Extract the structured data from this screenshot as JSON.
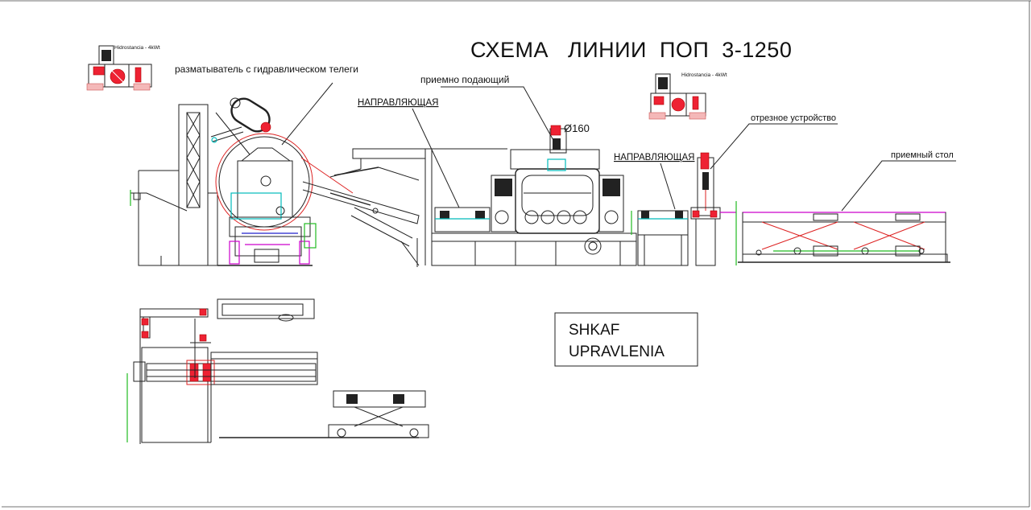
{
  "title": "СХЕМА   ЛИНИИ  ПОП  3-1250",
  "labels": {
    "decoiler": "разматыватель с гидравлическом телеги",
    "feeder": "приемно подающий",
    "guide_1": "НАПРАВЛЯЮЩАЯ",
    "guide_2": "НАПРАВЛЯЮЩАЯ",
    "diameter": "Ø160",
    "cutter": "отрезное устройство",
    "receiving_table": "приемный стол",
    "hydro_1": "Hidrostancia - 4kWt",
    "hydro_2": "Hidrostancia - 4kWt"
  },
  "control_cabinet": {
    "line1": "SHKAF",
    "line2": "UPRAVLENIA"
  },
  "colors": {
    "line": "#222222",
    "accent_red": "#e22222",
    "magenta": "#cc00cc",
    "green": "#22bb22",
    "cyan": "#00bbbb",
    "blue": "#2222cc"
  }
}
